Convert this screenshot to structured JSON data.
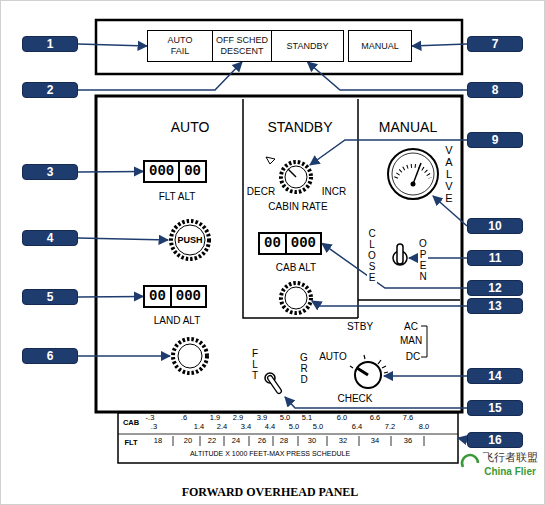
{
  "diagram": {
    "caption": "FORWARD OVERHEAD PANEL",
    "nodes": [
      {
        "text": [
          "AUTO FAIL"
        ]
      },
      {
        "text": [
          "OFF SCHED DESCENT"
        ]
      },
      {
        "text": [
          "STANDBY"
        ]
      },
      {
        "text": [
          "MANUAL"
        ]
      },
      {
        "text": [
          "000",
          "00"
        ]
      },
      {
        "text": [
          "PUSH"
        ]
      },
      {
        "text": [
          "00",
          "000"
        ]
      },
      {
        "text": [
          "00",
          "000"
        ]
      },
      {
        "text": [
          "CAB",
          "-.3",
          ".6",
          "1.9",
          "2.9",
          "3.9",
          "5.0",
          "5.1",
          "6.0",
          "6.6",
          "7.6",
          ".3",
          "1.4",
          "2.4",
          "3.4",
          "4.4",
          "5.0",
          "5.0",
          "6.4",
          "7.2",
          "8.0",
          "FLT",
          "18",
          "20",
          "22",
          "24",
          "26",
          "28",
          "30",
          "32",
          "34",
          "36",
          "ALTITUDE X 1000 FEET-MAX PRESS SCHEDULE"
        ]
      },
      {
        "text": [
          "1"
        ]
      },
      {
        "text": [
          "2"
        ]
      },
      {
        "text": [
          "3"
        ]
      },
      {
        "text": [
          "4"
        ]
      },
      {
        "text": [
          "5"
        ]
      },
      {
        "text": [
          "6"
        ]
      },
      {
        "text": [
          "7"
        ]
      },
      {
        "text": [
          "8"
        ]
      },
      {
        "text": [
          "9"
        ]
      },
      {
        "text": [
          "10"
        ]
      },
      {
        "text": [
          "11"
        ]
      },
      {
        "text": [
          "12"
        ]
      },
      {
        "text": [
          "13"
        ]
      },
      {
        "text": [
          "14"
        ]
      },
      {
        "text": [
          "15"
        ]
      },
      {
        "text": [
          "16"
        ]
      }
    ],
    "edges": [
      {
        "from": 9,
        "to": 0,
        "arrow": "to"
      },
      {
        "from": 10,
        "to": 1,
        "arrow": "to"
      },
      {
        "from": 16,
        "to": 2,
        "arrow": "to"
      },
      {
        "from": 15,
        "to": 3,
        "arrow": "to"
      },
      {
        "from": 11,
        "to": 4,
        "arrow": "to"
      },
      {
        "from": 12,
        "to": 5,
        "arrow": "to"
      },
      {
        "from": 13,
        "to": 6,
        "arrow": "to"
      },
      {
        "from": 20,
        "to": 7,
        "arrow": "to"
      },
      {
        "from": 24,
        "to": 8,
        "arrow": "to"
      }
    ],
    "labels": [
      "AUTO",
      "STANDBY",
      "MANUAL",
      "FLT ALT",
      "LAND ALT",
      "DECR",
      "INCR",
      "CABIN RATE",
      "CAB ALT",
      "VALVE",
      "CLOSE",
      "OPEN",
      "STBY",
      "AC",
      "MAN",
      "DC",
      "AUTO",
      "CHECK",
      "FLT",
      "GRD",
      "飞行者联盟",
      "China Flier"
    ]
  }
}
